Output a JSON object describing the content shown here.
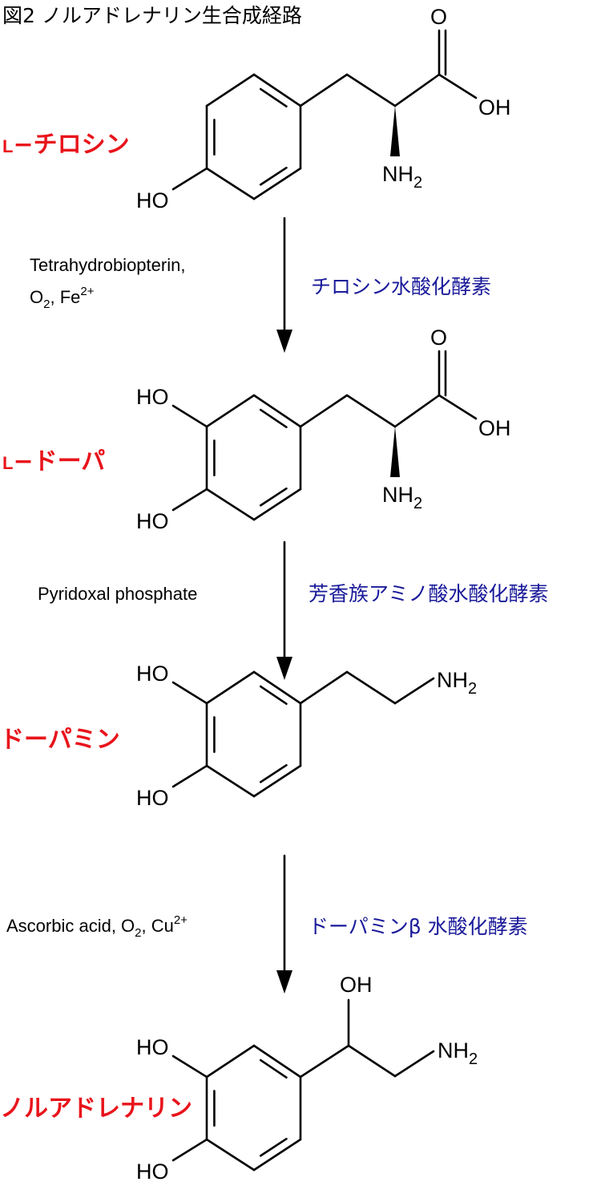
{
  "title": "図2 ノルアドレナリン生合成経路",
  "colors": {
    "compound": "#e8141b",
    "enzyme": "#1a1a9a",
    "bond": "#000000"
  },
  "compounds": [
    {
      "prefix": "L",
      "dash": "−",
      "name": "チロシン"
    },
    {
      "prefix": "L",
      "dash": "−",
      "name": "ドーパ"
    },
    {
      "name": "ドーパミン"
    },
    {
      "name": "ノルアドレナリン"
    }
  ],
  "atoms": {
    "O": "O",
    "OH": "OH",
    "HO": "HO",
    "NH": "NH",
    "two": "2"
  },
  "steps": [
    {
      "cofactor_line1": "Tetrahydrobiopterin,",
      "cofactor_line2": {
        "a": "O",
        "a_sub": "2",
        "b": ", Fe",
        "b_sup": "2+"
      },
      "enzyme": "チロシン水酸化酵素"
    },
    {
      "cofactor": "Pyridoxal phosphate",
      "enzyme": "芳香族アミノ酸水酸化酵素"
    },
    {
      "cofactor": {
        "a": "Ascorbic acid, O",
        "a_sub": "2",
        "b": ", Cu",
        "b_sup": "2+"
      },
      "enzyme": "ドーパミンβ 水酸化酵素"
    }
  ]
}
